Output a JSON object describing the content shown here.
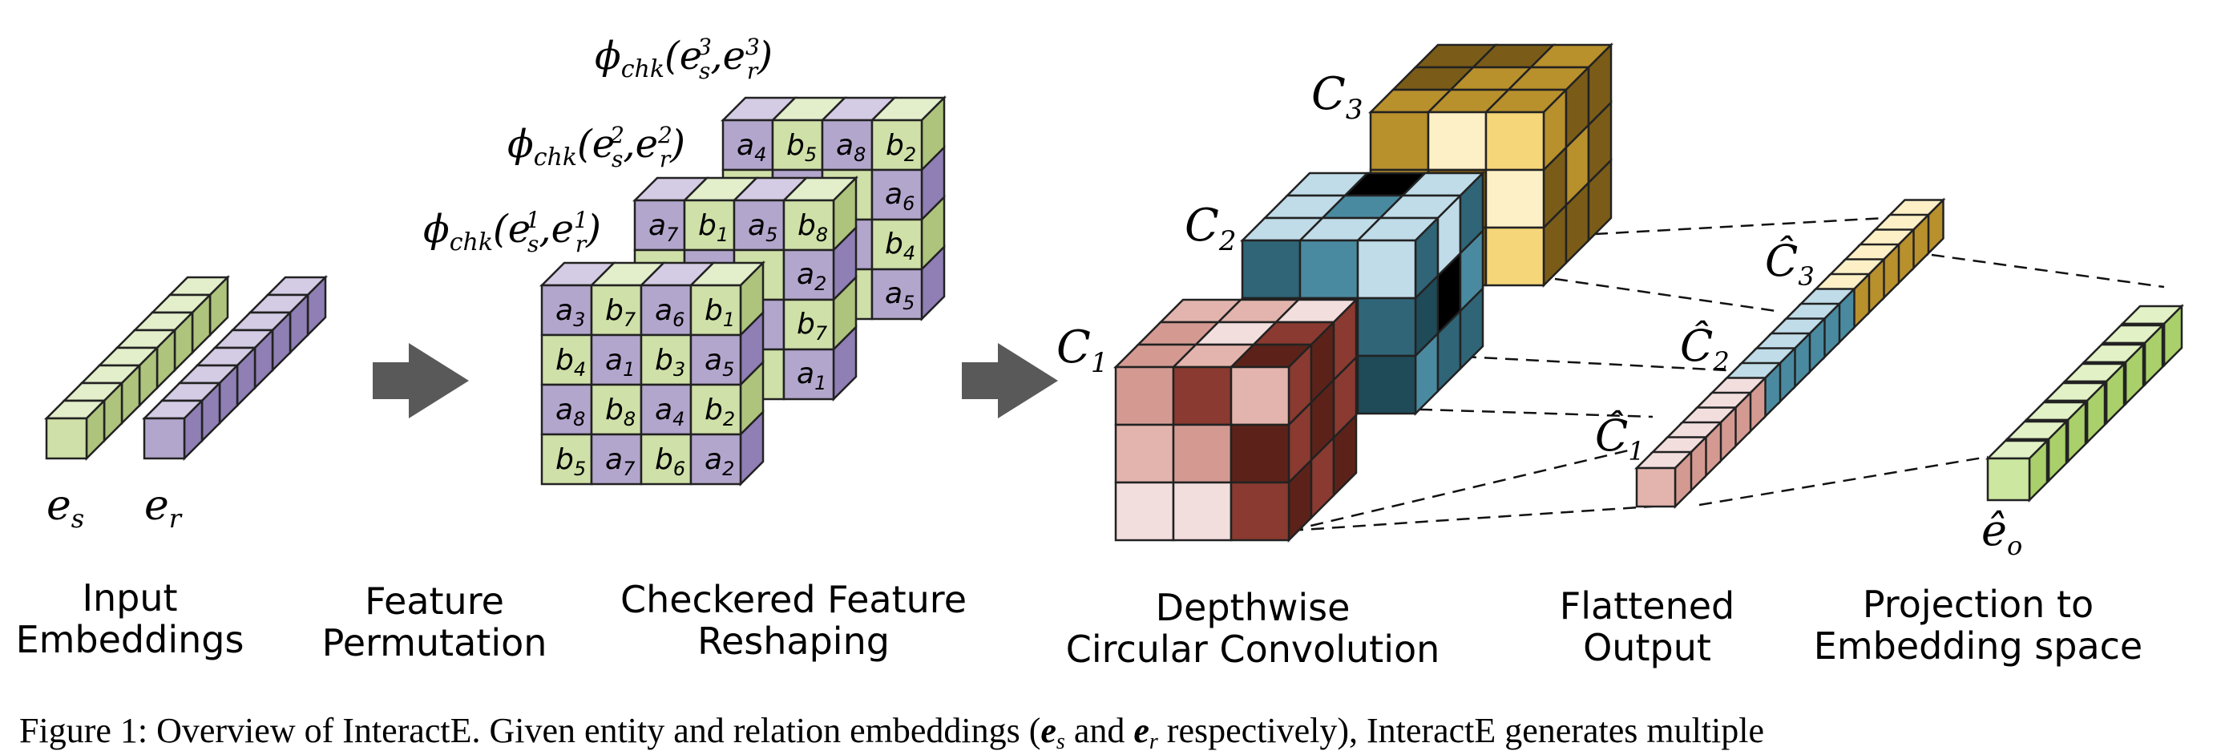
{
  "stages": [
    {
      "id": "input",
      "label": "Input\nEmbeddings"
    },
    {
      "id": "permute",
      "label": "Feature\nPermutation"
    },
    {
      "id": "reshape",
      "label": "Checkered Feature\nReshaping"
    },
    {
      "id": "conv",
      "label": "Depthwise\nCircular Convolution"
    },
    {
      "id": "flatten",
      "label": "Flattened\nOutput"
    },
    {
      "id": "project",
      "label": "Projection to\nEmbedding space"
    }
  ],
  "embeddings": {
    "es": "e",
    "es_sub": "s",
    "er": "e",
    "er_sub": "r"
  },
  "phi_labels": [
    {
      "base": "ϕ",
      "sub": "chk",
      "args": "(e",
      "k": "1"
    },
    {
      "base": "ϕ",
      "sub": "chk",
      "args": "(e",
      "k": "2"
    },
    {
      "base": "ϕ",
      "sub": "chk",
      "args": "(e",
      "k": "3"
    }
  ],
  "grids": {
    "front": [
      [
        "a",
        "3",
        "b",
        "7",
        "a",
        "6",
        "b",
        "1"
      ],
      [
        "b",
        "4",
        "a",
        "1",
        "b",
        "3",
        "a",
        "5"
      ],
      [
        "a",
        "8",
        "b",
        "8",
        "a",
        "4",
        "b",
        "2"
      ],
      [
        "b",
        "5",
        "a",
        "7",
        "b",
        "6",
        "a",
        "2"
      ]
    ],
    "middle_top": [
      [
        "a",
        "7",
        "b",
        "1",
        "a",
        "5",
        "b",
        "8"
      ]
    ],
    "middle_right": [
      [
        "a",
        "2"
      ],
      [
        "b",
        "7"
      ],
      [
        "a",
        "1"
      ]
    ],
    "back_top": [
      [
        "a",
        "4",
        "b",
        "5",
        "a",
        "8",
        "b",
        "2"
      ]
    ],
    "back_right": [
      [
        "a",
        "6"
      ],
      [
        "b",
        "4"
      ],
      [
        "a",
        "5"
      ]
    ]
  },
  "conv_labels": [
    {
      "base": "C",
      "sub": "1"
    },
    {
      "base": "C",
      "sub": "2"
    },
    {
      "base": "C",
      "sub": "3"
    }
  ],
  "flat_labels": [
    {
      "base": "Ĉ",
      "sub": "1"
    },
    {
      "base": "Ĉ",
      "sub": "2"
    },
    {
      "base": "Ĉ",
      "sub": "3"
    }
  ],
  "output_label": {
    "base": "ê",
    "sub": "o"
  },
  "caption": "Figure 1:  Overview of InteractE. Given entity and relation embeddings (",
  "caption_es": "e",
  "caption_es_sub": "s",
  "caption_and": " and ",
  "caption_er": "e",
  "caption_er_sub": "r",
  "caption_end": " respectively), InteractE generates multiple",
  "colors": {
    "green": "#cfe0a8",
    "green_top": "#e3eecb",
    "green_side": "#aec47d",
    "purple": "#b3a6cd",
    "purple_top": "#d4cbe4",
    "purple_side": "#8f7fb5",
    "arrow": "#595959",
    "red": [
      "#f3dede",
      "#e3b4ad",
      "#d49a92",
      "#8a3a30",
      "#5c2219"
    ],
    "blue": [
      "#bfdce8",
      "#4a8aa0",
      "#2f6577",
      "#1f4a58",
      "#000000"
    ],
    "yellow": [
      "#fdf0c6",
      "#f5d678",
      "#b8902c",
      "#7a5c18"
    ],
    "bright_green": "#cce7a0",
    "bright_green_top": "#e2f2c6",
    "bright_green_side": "#a9d06a"
  }
}
